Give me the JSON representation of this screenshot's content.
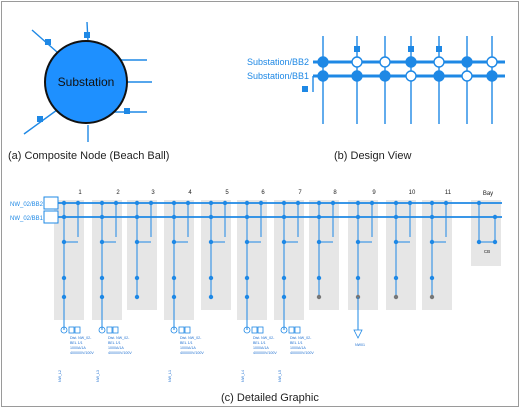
{
  "panel_a": {
    "node_label": "Substation",
    "caption": "(a) Composite Node (Beach Ball)"
  },
  "panel_b": {
    "bb2_label": "Substation/BB2",
    "bb1_label": "Substation/BB1",
    "caption": "(b) Design View"
  },
  "panel_c": {
    "bb2_label": "NW_02/BB2",
    "bb1_label": "NW_02/BB1",
    "bay_numbers": [
      "1",
      "2",
      "3",
      "4",
      "5",
      "6",
      "7",
      "8",
      "9",
      "10",
      "11"
    ],
    "bay_header": "Bay",
    "coupler_label": "CB",
    "device_text_lines": [
      "Dist. NW_02-",
      "BEL 1/1",
      "1000A/1A",
      "400000V/100V"
    ],
    "device_bays": [
      "1",
      "2",
      "4",
      "6",
      "7"
    ],
    "line_labels": [
      "NW_L2",
      "NW_L3",
      "NW_L1",
      "NW_L4",
      "NW_L5"
    ],
    "end_label_bay9": "NW01",
    "caption": "(c) Detailed Graphic"
  },
  "colors": {
    "primary_blue": "#1e88e5",
    "node_fill": "#1e90ff",
    "bay_background": "#e6e6e6",
    "node_outline": "#111111"
  }
}
